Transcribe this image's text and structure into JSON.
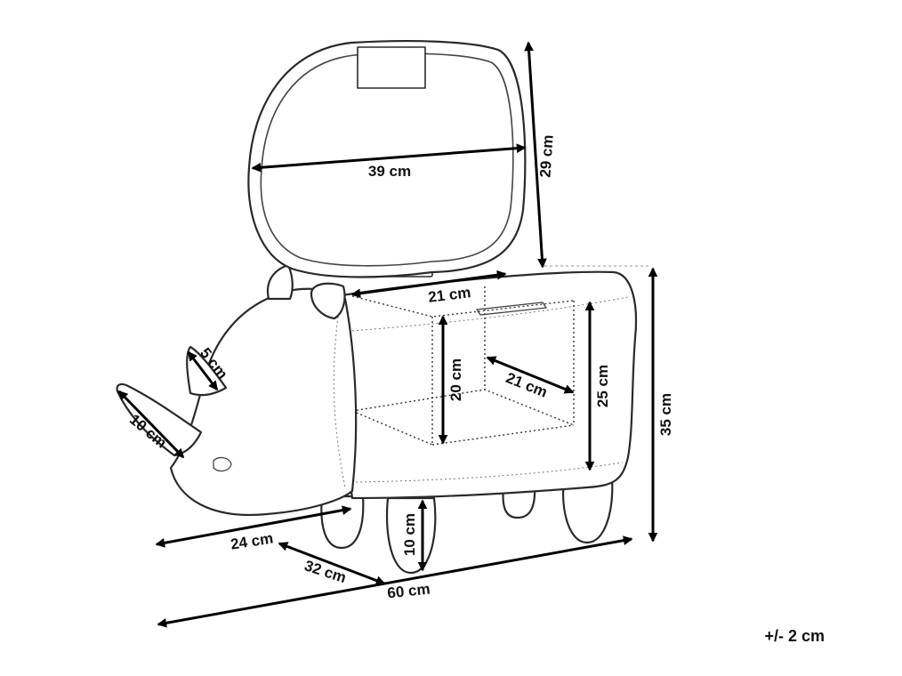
{
  "dimensions": {
    "lid_width": "39 cm",
    "lid_height": "29 cm",
    "storage_width": "21 cm",
    "storage_depth": "21 cm",
    "storage_height": "20 cm",
    "body_height": "25 cm",
    "total_height": "35 cm",
    "horn_small": "5 cm",
    "horn_large": "10 cm",
    "leg_height": "10 cm",
    "depth": "24 cm",
    "leg_spacing": "32 cm",
    "total_length": "60 cm"
  },
  "tolerance": "+/- 2 cm",
  "colors": {
    "outline": "#2a2a2a",
    "dimension_line": "#000000",
    "background": "#ffffff"
  }
}
